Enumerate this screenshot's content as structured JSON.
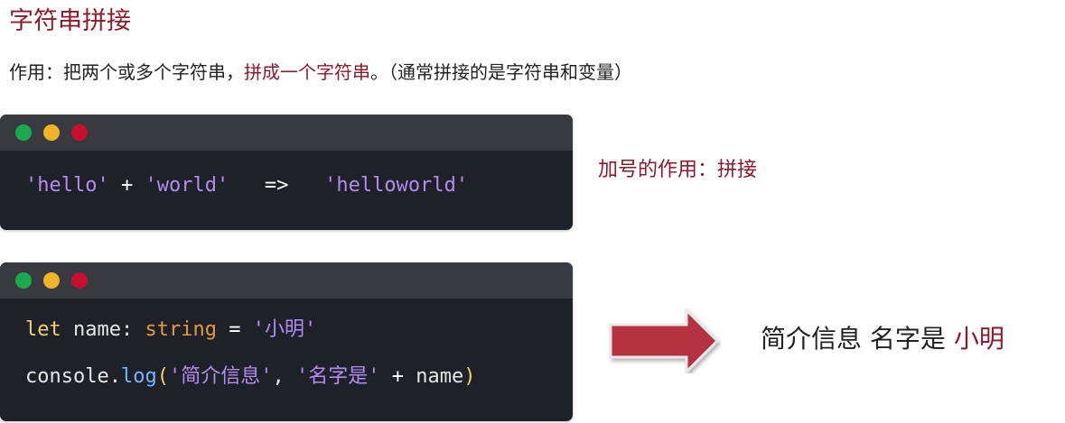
{
  "heading": "字符串拼接",
  "description": {
    "prefix": "作用：把两个或多个字符串，",
    "highlight": "拼成一个字符串",
    "suffix": "。（通常拼接的是字符串和变量）"
  },
  "example1": {
    "left_str": "'hello'",
    "plus": " + ",
    "right_str": "'world'",
    "arrow": "   =>   ",
    "result_str": "'helloworld'"
  },
  "plus_note": "加号的作用：拼接",
  "example2": {
    "line1": {
      "kw": "let",
      "name": " name: ",
      "type": "string",
      "eq": " = ",
      "value": "'小明'"
    },
    "line2": {
      "obj": "console.",
      "fn": "log",
      "open": "(",
      "arg1": "'简介信息'",
      "comma": ", ",
      "arg2": "'名字是'",
      "plus": " + ",
      "var": "name",
      "close": ")"
    }
  },
  "result": {
    "prefix": "简介信息 名字是 ",
    "name": "小明"
  },
  "colors": {
    "accent": "#8b1a2b",
    "code_bg": "#1e2127",
    "string": "#b28cf0",
    "keyword": "#f2d36b",
    "type": "#e39a3a",
    "function": "#6fb7ff"
  }
}
